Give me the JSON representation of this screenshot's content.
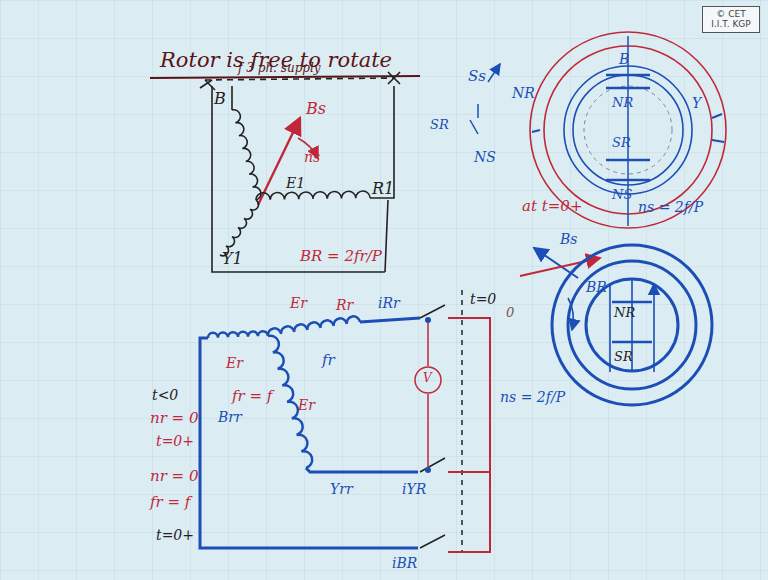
{
  "diagram": {
    "title": "Rotor is free to rotate",
    "nodes": [
      {
        "text": [
          "© CET I.I.T. KGP"
        ]
      }
    ],
    "labels": [
      "f 3 ph. supply",
      "B",
      "Bs",
      "ns",
      "E1",
      "R1",
      "Y1",
      "Ss",
      "NR",
      "SR",
      "NS",
      "B",
      "NR",
      "SR",
      "NS",
      "Y",
      "at t=0+",
      "ns = 2f/P",
      "Bs",
      "BR",
      "ns = 2f/P",
      "NR",
      "SR",
      "t<0",
      "fr = f",
      "nr = 0",
      "t=0+",
      "nr = 0",
      "fr = f",
      "t=0+",
      "Er",
      "Brr",
      "Er",
      "Er",
      "Rr",
      "iRr",
      "fr",
      "BR = 2fr/P",
      "Yrr",
      "iYR",
      "iBR",
      "t=0",
      "V",
      "0"
    ]
  }
}
